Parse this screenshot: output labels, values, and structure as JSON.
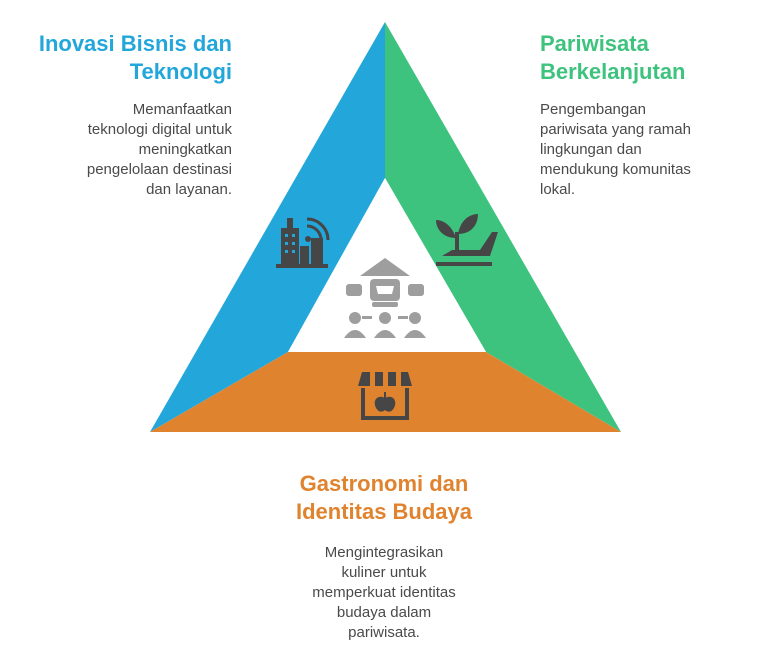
{
  "colors": {
    "technology": "#23a7db",
    "tourism": "#3ec37f",
    "gastronomy": "#e0832f",
    "icon": "#464646",
    "center_icon": "#9e9e9e",
    "description_text": "#4a4a4a"
  },
  "sections": {
    "technology": {
      "title": "Inovasi Bisnis dan\nTeknologi",
      "description": "Memanfaatkan\nteknologi digital untuk\nmeningkatkan\npengelolaan destinasi\ndan layanan.",
      "icon": "city-buildings-wifi-icon"
    },
    "tourism": {
      "title": "Pariwisata\nBerkelanjutan",
      "description": "Pengembangan\npariwisata yang ramah\nlingkungan dan\nmendukung komunitas\nlokal.",
      "icon": "hand-sprout-icon"
    },
    "gastronomy": {
      "title": "Gastronomi dan\nIdentitas Budaya",
      "description": "Mengintegrasikan\nkuliner untuk\nmemperkuat identitas\nbudaya dalam\npariwisata.",
      "icon": "market-stall-apple-icon"
    },
    "center": {
      "icon": "community-leader-icon"
    }
  }
}
